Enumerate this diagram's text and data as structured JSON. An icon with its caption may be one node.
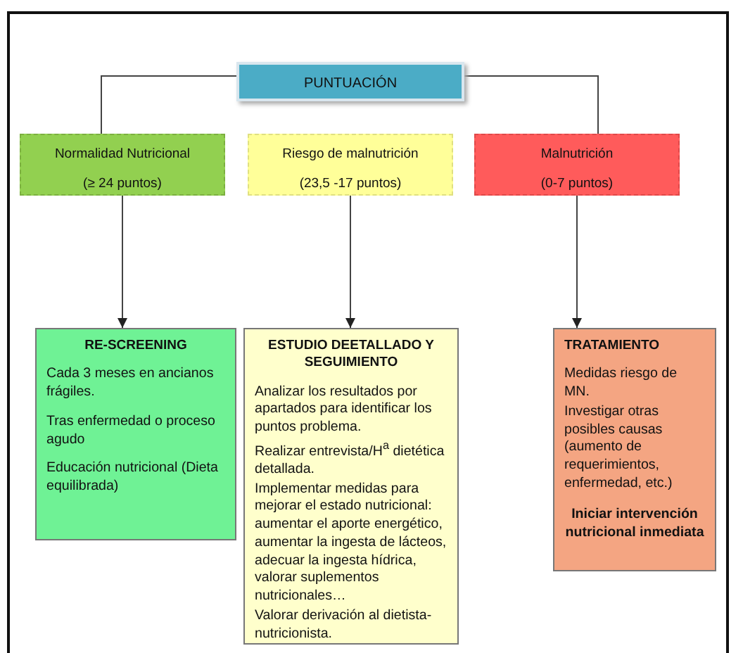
{
  "diagram": {
    "nodes": [
      {
        "text": [
          "PUNTUACIÓN"
        ]
      },
      {
        "text": [
          "Normalidad Nutricional",
          "(≥ 24 puntos)"
        ]
      },
      {
        "text": [
          "Riesgo de malnutrición",
          "(23,5 -17 puntos)"
        ]
      },
      {
        "text": [
          "Malnutrición",
          "(0-7 puntos)"
        ]
      },
      {
        "text": [
          "RE-SCREENING",
          "Cada 3 meses en ancianos frágiles.",
          "Tras enfermedad o proceso agudo",
          "Educación nutricional (Dieta equilibrada)"
        ]
      },
      {
        "text": [
          "ESTUDIO DEETALLADO Y SEGUIMIENTO",
          "Analizar los resultados por apartados para identificar los puntos problema.",
          "Realizar entrevista/H$^{a}$ dietética detallada.",
          "Implementar medidas para mejorar el estado nutricional: aumentar el aporte energético, aumentar la ingesta de lácteos, adecuar la ingesta hídrica, valorar suplementos nutricionales…",
          "Valorar derivación al dietista-nutricionista."
        ]
      },
      {
        "text": [
          "TRATAMIENTO",
          "Medidas riesgo de MN.",
          "Investigar otras posibles causas (aumento de requerimientos, enfermedad, etc.)",
          "Iniciar intervención nutricional inmediata"
        ]
      }
    ],
    "edges": [
      {
        "from": 0,
        "to": 1,
        "arrow": "none"
      },
      {
        "from": 0,
        "to": 3,
        "arrow": "none"
      },
      {
        "from": 1,
        "to": 4,
        "arrow": "to"
      },
      {
        "from": 2,
        "to": 5,
        "arrow": "to"
      },
      {
        "from": 3,
        "to": 6,
        "arrow": "to"
      }
    ]
  }
}
